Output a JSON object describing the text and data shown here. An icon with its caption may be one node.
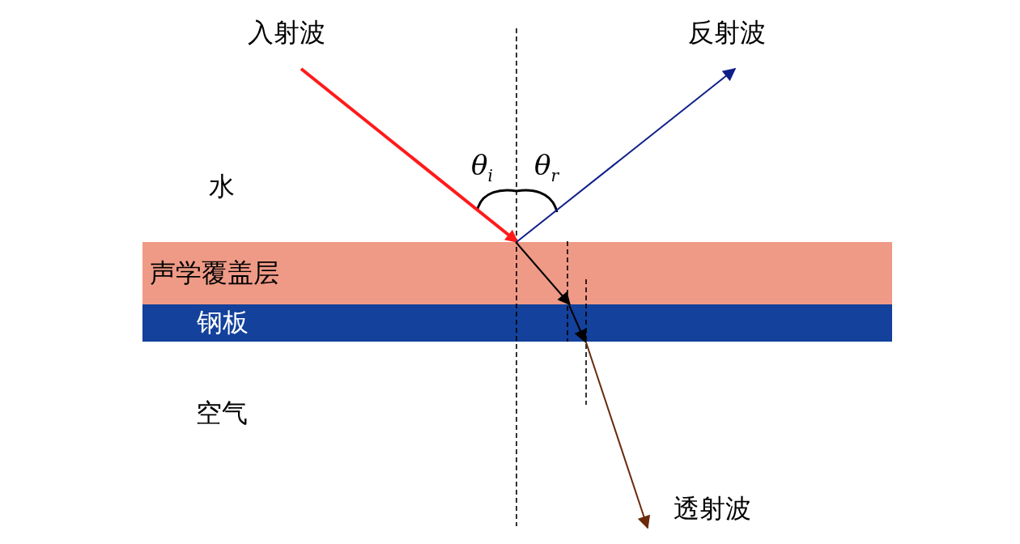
{
  "diagram": {
    "nodes": [
      {
        "text": [
          "声学覆盖层"
        ]
      },
      {
        "text": [
          "钢板"
        ]
      }
    ],
    "edges": [
      {
        "from": null,
        "to": 0,
        "arrow": "to",
        "style": "thick",
        "color": "#ff1a1a"
      },
      {
        "from": 0,
        "to": null,
        "arrow": "to",
        "color": "#0f1f8a"
      },
      {
        "from": 0,
        "to": 1,
        "arrow": "to"
      },
      {
        "from": null,
        "to": 1,
        "arrow": "to"
      },
      {
        "from": 1,
        "to": null,
        "arrow": "to",
        "color": "#6b2a0a"
      }
    ],
    "labels": [
      "入射波",
      "反射波",
      "θ$_{i}$",
      "θ$_{r}$",
      "水",
      "空气",
      "透射波"
    ]
  }
}
